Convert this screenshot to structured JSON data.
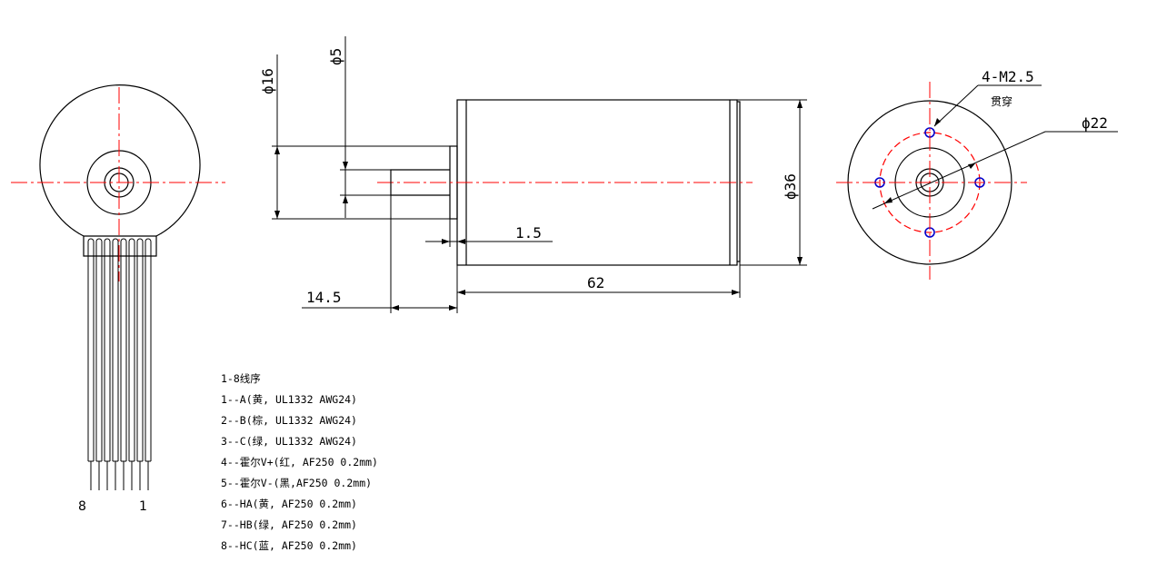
{
  "dimensions": {
    "shaft_diameter": "ϕ5",
    "boss_diameter": "ϕ16",
    "body_diameter": "ϕ36",
    "bolt_circle": "ϕ22",
    "holes": "4-M2.5",
    "holes_note": "贯穿",
    "flange_thickness": "1.5",
    "body_length": "62",
    "shaft_length": "14.5"
  },
  "wire_numbers": {
    "left": "8",
    "right": "1"
  },
  "legend": {
    "title": "1-8线序",
    "items": [
      "1--A(黄, UL1332 AWG24)",
      "2--B(棕, UL1332 AWG24)",
      "3--C(绿, UL1332 AWG24)",
      "4--霍尔V+(红, AF250 0.2mm)",
      "5--霍尔V-(黑,AF250 0.2mm)",
      "6--HA(黄, AF250 0.2mm)",
      "7--HB(绿, AF250 0.2mm)",
      "8--HC(蓝, AF250 0.2mm)"
    ]
  },
  "colors": {
    "outline": "#000000",
    "centerline": "#ff0000",
    "mount_hole": "#0000cc"
  }
}
